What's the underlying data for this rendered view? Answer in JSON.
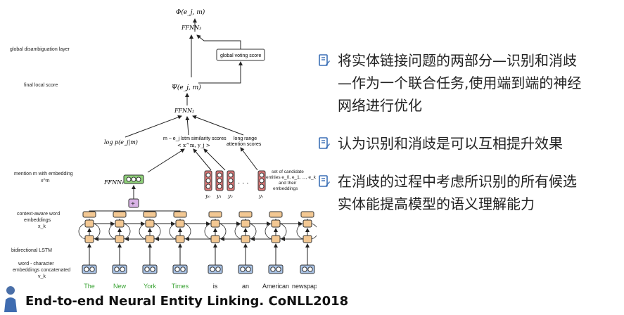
{
  "diagram": {
    "output_label": "Φ(e_j, m)",
    "ffnn3_label": "FFNN₃",
    "global_voting_label": "global voting score",
    "final_local_label": "Ψ(e_j, m)",
    "ffnn2_label": "FFNN₂",
    "logp_label": "log p(e_j|m)",
    "sim_label_line1": "m − e_j lstm similarity scores",
    "sim_label_line2": "< x^m, y_j >",
    "long_range_line1": "long range",
    "long_range_line2": "attention scores",
    "ffnn1_label": "FFNN₁",
    "candidate_labels": [
      "y₀",
      "y₁",
      "y₂",
      "yⱼ"
    ],
    "dots_label": "· · ·",
    "candidate_desc": [
      "set of candidate",
      "entities e_0, e_1, ..., e_k",
      "and their",
      "embeddings"
    ],
    "words": [
      "The",
      "New",
      "York",
      "Times",
      "is",
      "an",
      "American",
      "newspaper"
    ],
    "left_labels": {
      "global": "global disambiguation layer",
      "final_local": "final local score",
      "mention_line1": "mention m with embedding",
      "mention_line2": "x^m",
      "context_line1": "context-aware word",
      "context_line2": "embeddings",
      "context_line3": "x_k",
      "bilstm": "bidirectional LSTM",
      "word_line1": "word - character",
      "word_line2": "embeddings concatenated",
      "word_line3": "v_k"
    }
  },
  "bullets": [
    {
      "line1": "将实体链接问题的两部分—识别和消歧",
      "line2": "—作为一个联合任务,使用端到端的神经",
      "line3": "网络进行优化"
    },
    {
      "line1": "认为识别和消歧是可以互相提升效果"
    },
    {
      "line1": "在消歧的过程中考虑所识别的所有候选",
      "line2": "实体能提高模型的语义理解能力"
    }
  ],
  "citation": "End-to-end Neural Entity Linking. CoNLL2018",
  "colors": {
    "mention_word": "#3aa334",
    "other_word": "#222222",
    "word_box": "#a9c3e6",
    "lstm_box": "#f3c893",
    "candidate_box": "#e07a7a",
    "ffnn1_box": "#8fd17a",
    "plus_box": "#d9b3e6",
    "bullet_icon": "#3b6fb5"
  }
}
